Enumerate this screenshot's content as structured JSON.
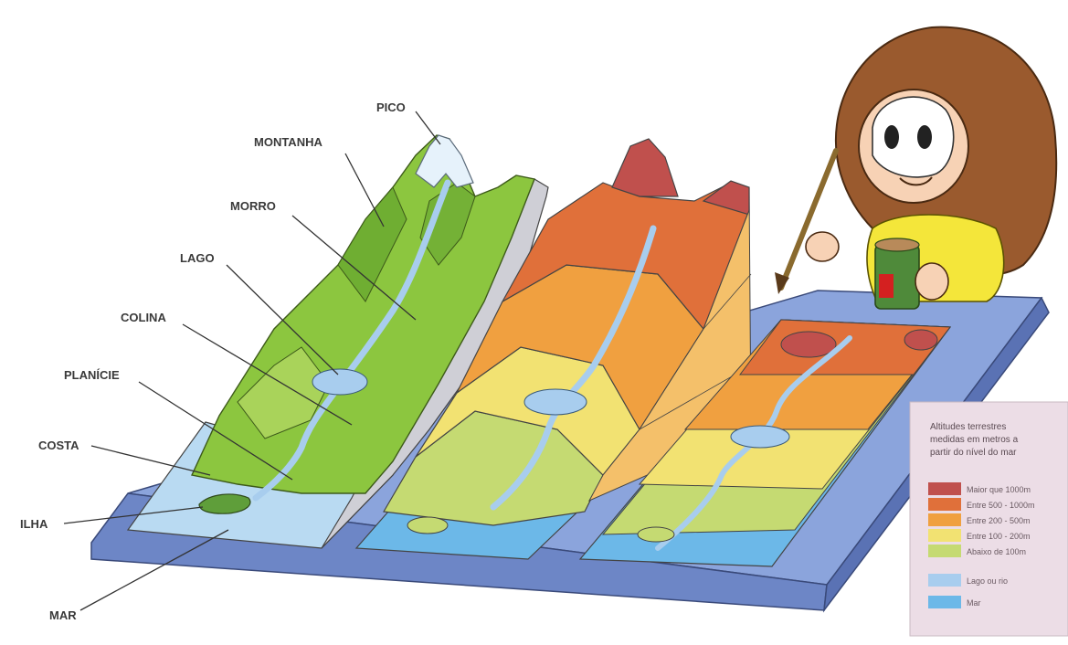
{
  "labels": {
    "pico": "PICO",
    "montanha": "MONTANHA",
    "morro": "MORRO",
    "lago": "LAGO",
    "colina": "COLINA",
    "planicie": "PLANÍCIE",
    "costa": "COSTA",
    "ilha": "ILHA",
    "mar": "MAR"
  },
  "legend": {
    "title": [
      "Altitudes terrestres",
      "medidas em metros a",
      "partir do nível do mar"
    ],
    "elevation_items": [
      {
        "label": "Maior que 1000m",
        "color": "#c0504d"
      },
      {
        "label": "Entre 500 - 1000m",
        "color": "#e0703a"
      },
      {
        "label": "Entre 200 - 500m",
        "color": "#f0a040"
      },
      {
        "label": "Entre 100 - 200m",
        "color": "#f2e272"
      },
      {
        "label": "Abaixo de 100m",
        "color": "#c5da72"
      }
    ],
    "water_items": [
      {
        "label": "Lago ou rio",
        "color": "#a8cdee"
      },
      {
        "label": "Mar",
        "color": "#6cb8e8"
      }
    ]
  },
  "colors": {
    "base_top": "#8ba4dc",
    "base_front": "#6d86c6",
    "terrain_green": "#8cc63f",
    "water_light": "#a8cdee",
    "water_sea": "#6cb8e8",
    "legend_bg": "#ecdde6"
  }
}
